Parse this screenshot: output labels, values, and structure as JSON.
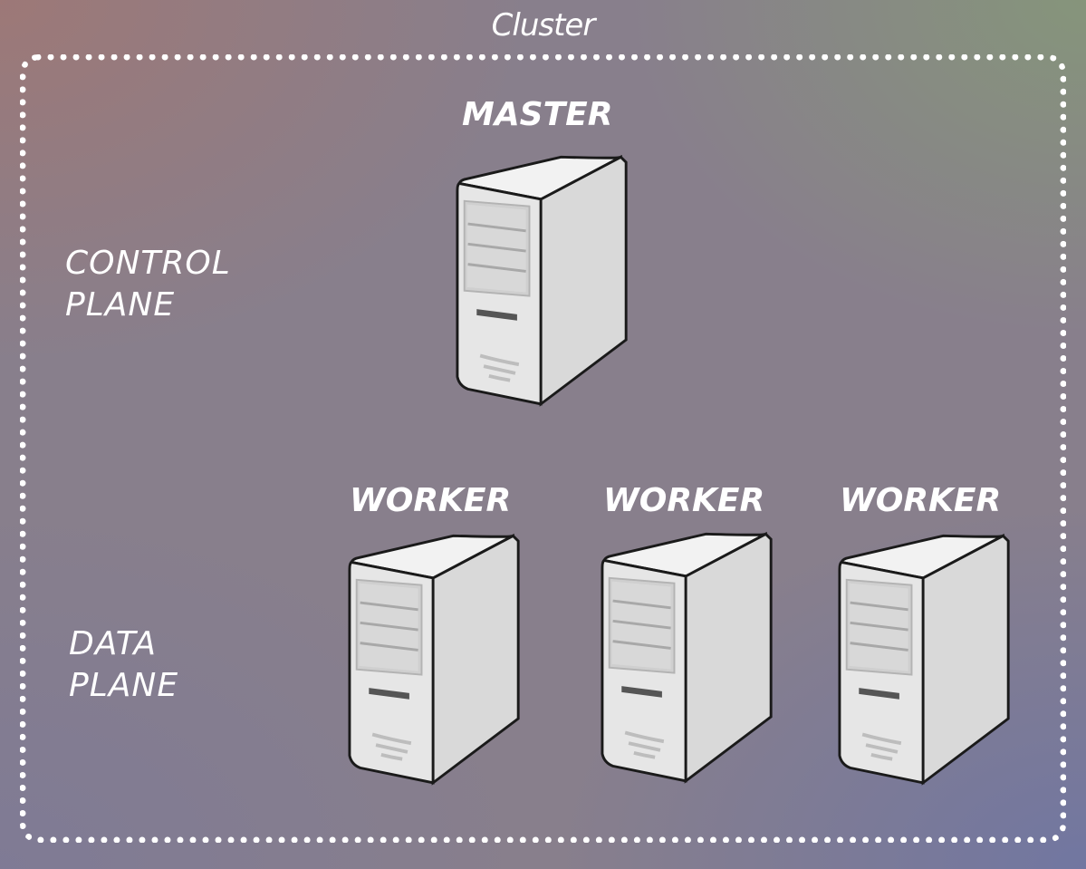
{
  "cluster": {
    "title": "Cluster"
  },
  "control_plane": {
    "line1": "CONTROL",
    "line2": "PLANE"
  },
  "data_plane": {
    "line1": "DATA",
    "line2": "PLANE"
  },
  "master": {
    "label": "MASTER"
  },
  "workers": [
    {
      "label": "WORKER"
    },
    {
      "label": "WORKER"
    },
    {
      "label": "WORKER"
    }
  ],
  "colors": {
    "text": "#ffffff",
    "border": "#ffffff",
    "server_body": "#e6e6e6",
    "server_outline": "#1a1a1a"
  },
  "icons": {
    "server": "server-tower-icon"
  }
}
